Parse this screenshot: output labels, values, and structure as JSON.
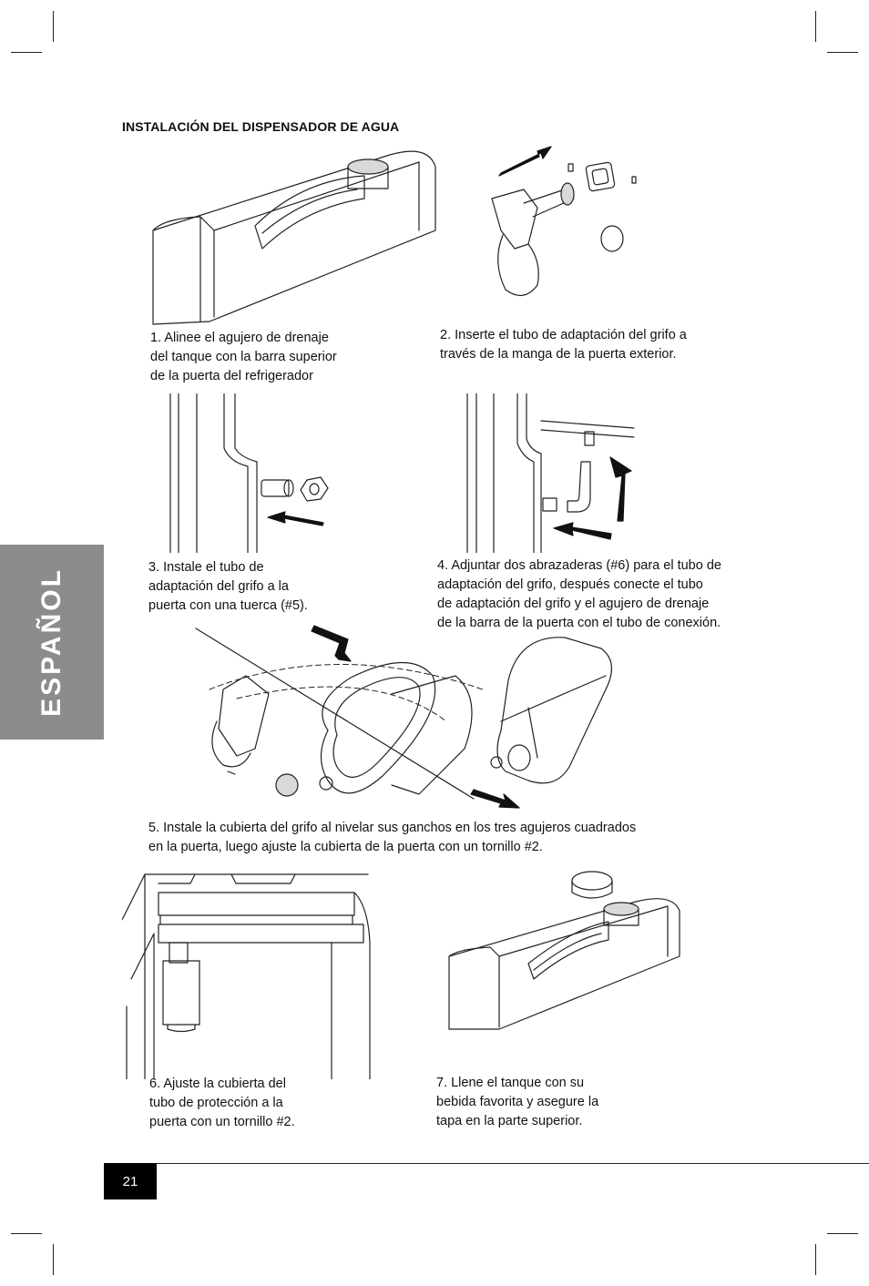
{
  "heading": "INSTALACIÓN DEL DISPENSADOR DE AGUA",
  "side_tab": "ESPAÑOL",
  "page_number": "21",
  "steps": [
    {
      "lines": [
        "1. Alinee el agujero de drenaje",
        "del tanque con la barra superior",
        "de la puerta del refrigerador"
      ]
    },
    {
      "lines": [
        "2. Inserte el tubo de adaptación del grifo a",
        "través de la manga de la puerta exterior."
      ]
    },
    {
      "lines": [
        "3. Instale el tubo de",
        "adaptación del grifo a la",
        "puerta con una tuerca (#5)."
      ]
    },
    {
      "lines": [
        "4. Adjuntar dos abrazaderas (#6) para el tubo de",
        "adaptación del grifo, después conecte el tubo",
        "de adaptación del grifo y el agujero de drenaje",
        "de la barra de la puerta con el tubo de conexión."
      ]
    },
    {
      "lines": [
        "5. Instale la cubierta del grifo al nivelar sus ganchos en los tres agujeros cuadrados",
        "en la puerta, luego ajuste la cubierta de la puerta con un tornillo #2."
      ]
    },
    {
      "lines": [
        "6. Ajuste la cubierta del",
        "tubo de protección a la",
        "puerta con un tornillo #2."
      ]
    },
    {
      "lines": [
        "7. Llene el tanque con su",
        "bebida favorita y asegure la",
        "tapa en la parte superior."
      ]
    }
  ]
}
